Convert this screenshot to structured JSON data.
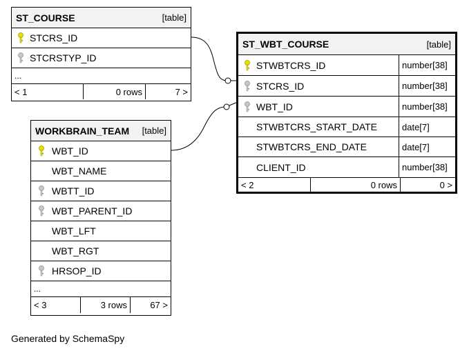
{
  "tables": {
    "st_course": {
      "name": "ST_COURSE",
      "kind": "[table]",
      "columns": [
        {
          "name": "STCRS_ID",
          "key": "primary-key-icon"
        },
        {
          "name": "STCRSTYP_ID",
          "key": "foreign-key-icon"
        }
      ],
      "more": "...",
      "footer": {
        "parents": "< 1",
        "rows": "0 rows",
        "children": "7 >"
      }
    },
    "st_wbt_course": {
      "name": "ST_WBT_COURSE",
      "kind": "[table]",
      "columns": [
        {
          "name": "STWBTCRS_ID",
          "type": "number[38]",
          "key": "primary-key-icon"
        },
        {
          "name": "STCRS_ID",
          "type": "number[38]",
          "key": "foreign-key-icon"
        },
        {
          "name": "WBT_ID",
          "type": "number[38]",
          "key": "foreign-key-icon"
        },
        {
          "name": "STWBTCRS_START_DATE",
          "type": "date[7]",
          "key": ""
        },
        {
          "name": "STWBTCRS_END_DATE",
          "type": "date[7]",
          "key": ""
        },
        {
          "name": "CLIENT_ID",
          "type": "number[38]",
          "key": ""
        }
      ],
      "footer": {
        "parents": "< 2",
        "rows": "0 rows",
        "children": "0 >"
      }
    },
    "workbrain_team": {
      "name": "WORKBRAIN_TEAM",
      "kind": "[table]",
      "columns": [
        {
          "name": "WBT_ID",
          "key": "primary-key-icon"
        },
        {
          "name": "WBT_NAME",
          "key": ""
        },
        {
          "name": "WBTT_ID",
          "key": "foreign-key-icon"
        },
        {
          "name": "WBT_PARENT_ID",
          "key": "foreign-key-icon"
        },
        {
          "name": "WBT_LFT",
          "key": ""
        },
        {
          "name": "WBT_RGT",
          "key": ""
        },
        {
          "name": "HRSOP_ID",
          "key": "foreign-key-icon"
        }
      ],
      "more": "...",
      "footer": {
        "parents": "< 3",
        "rows": "3 rows",
        "children": "67 >"
      }
    }
  },
  "colors": {
    "primary_key": "#e8e000",
    "foreign_key": "#a8a8a8",
    "header_bg": "#f2f2f2"
  },
  "footer_text": "Generated by SchemaSpy"
}
